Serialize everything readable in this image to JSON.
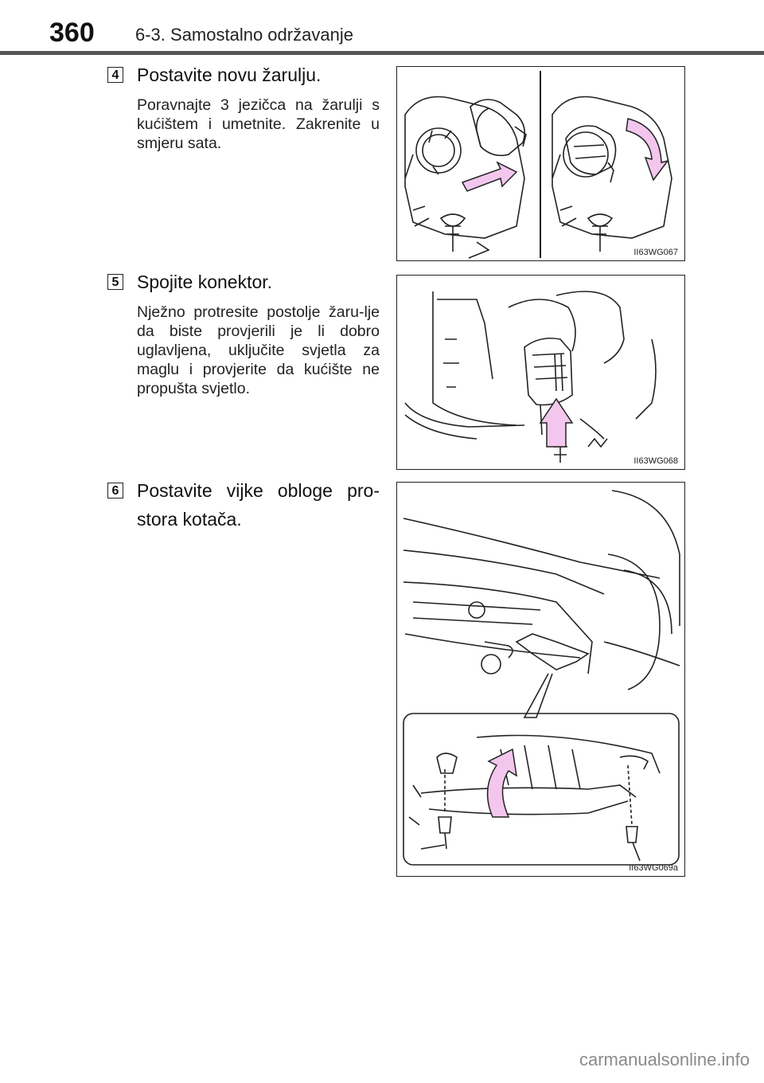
{
  "header": {
    "page_number": "360",
    "section_title": "6-3. Samostalno održavanje"
  },
  "steps": [
    {
      "number": "4",
      "heading": "Postavite novu žarulju.",
      "body": "Poravnajte 3 jezičca na žarulji s kućištem i umetnite. Zakrenite u smjeru sata.",
      "figure_code": "II63WG067"
    },
    {
      "number": "5",
      "heading": "Spojite konektor.",
      "body": "Nježno protresite postolje žaru-lje da biste provjerili je li dobro uglavljena, uključite svjetla za maglu i provjerite da kućište ne propušta svjetlo.",
      "figure_code": "II63WG068"
    },
    {
      "number": "6",
      "heading": "Postavite vijke obloge pro-stora kotača.",
      "body": "",
      "figure_code": "II63WG069a"
    }
  ],
  "colors": {
    "arrow_fill": "#f3c6ee",
    "line": "#222222",
    "header_rule": "#555555"
  },
  "watermark": "carmanualsonline.info"
}
